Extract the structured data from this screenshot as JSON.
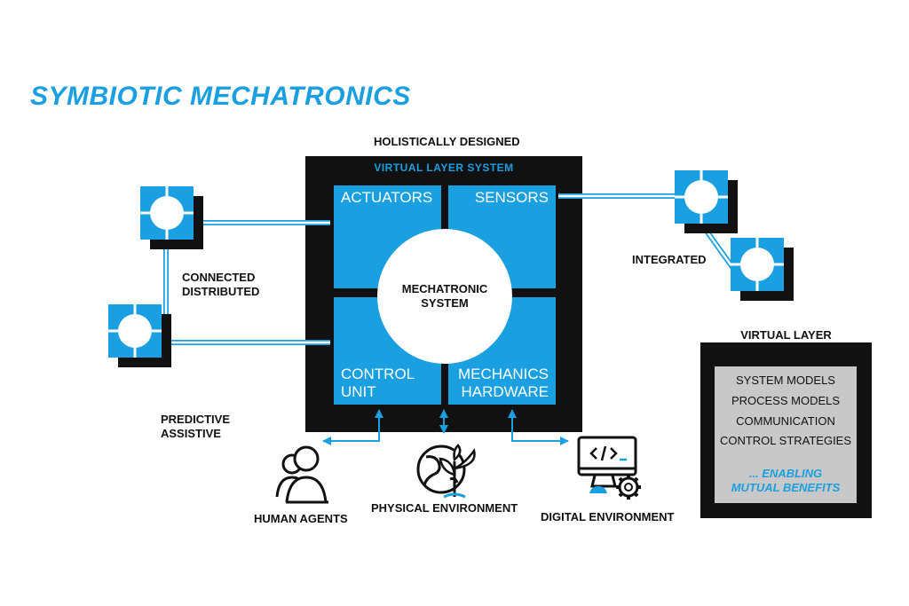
{
  "title": "SYMBIOTIC MECHATRONICS",
  "labels": {
    "holistic": "HOLISTICALLY DESIGNED",
    "connected": "CONNECTED",
    "distributed": "DISTRIBUTED",
    "integrated": "INTEGRATED",
    "predictive": "PREDICTIVE",
    "assistive": "ASSISTIVE"
  },
  "system": {
    "virtual_layer_system": "VIRTUAL LAYER SYSTEM",
    "actuators": "ACTUATORS",
    "sensors": "SENSORS",
    "control_1": "CONTROL",
    "control_2": "UNIT",
    "mechanics_1": "MECHANICS",
    "mechanics_2": "HARDWARE",
    "center_1": "MECHATRONIC",
    "center_2": "SYSTEM"
  },
  "environments": {
    "human": "HUMAN AGENTS",
    "physical": "PHYSICAL ENVIRONMENT",
    "digital": "DIGITAL ENVIRONMENT"
  },
  "virtual_layer": {
    "heading": "VIRTUAL LAYER",
    "items": [
      "SYSTEM MODELS",
      "PROCESS MODELS",
      "COMMUNICATION",
      "CONTROL STRATEGIES"
    ],
    "emphasis_1": "... ENABLING",
    "emphasis_2": "MUTUAL BENEFITS"
  },
  "colors": {
    "accent": "#1a9fe0",
    "dark": "#111111",
    "panel": "#c8c8c8"
  }
}
